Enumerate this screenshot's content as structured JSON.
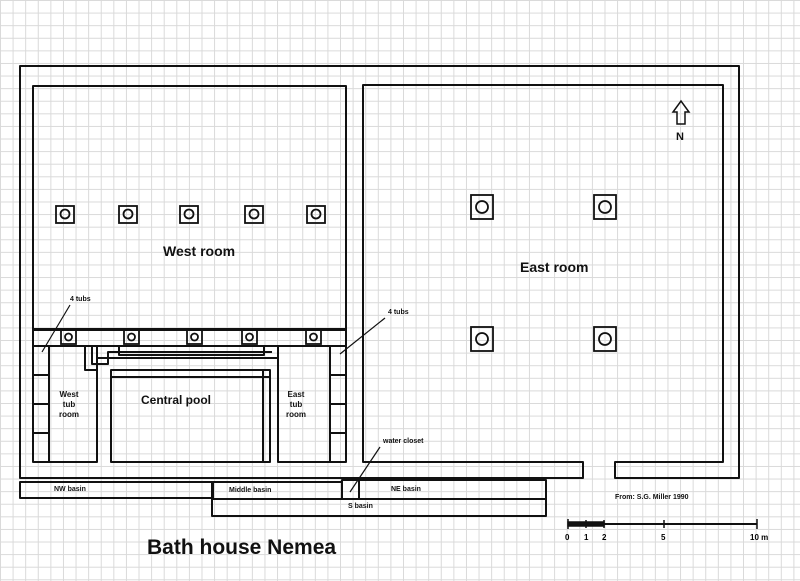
{
  "title": "Bath house Nemea",
  "north_label": "N",
  "source": "From: S.G. Miller 1990",
  "rooms": {
    "west_room": "West room",
    "east_room": "East room",
    "central_pool": "Central pool",
    "west_tub_room": [
      "West",
      "tub",
      "room"
    ],
    "east_tub_room": [
      "East",
      "tub",
      "room"
    ]
  },
  "annotations": {
    "tubs_west": "4 tubs",
    "tubs_east": "4 tubs",
    "water_closet": "water closet"
  },
  "basins": {
    "nw": "NW basin",
    "middle": "Middle basin",
    "ne": "NE basin",
    "s": "S basin"
  },
  "scale": {
    "ticks": [
      "0",
      "1",
      "2",
      "5",
      "10 m"
    ]
  }
}
